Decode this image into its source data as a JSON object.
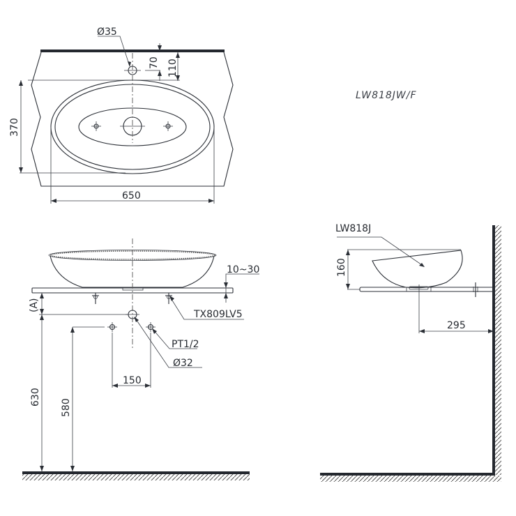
{
  "title": {
    "model_code": "LW818JW/F"
  },
  "top_view": {
    "faucet_hole_label": "Ø35",
    "dim_hole_to_wall": "70",
    "dim_basin_edge_to_wall": "110",
    "dim_depth": "370",
    "dim_width": "650"
  },
  "front_view": {
    "counter_thickness_label": "10~30",
    "counter_height_ref_label": "(A)",
    "bracket_part_label": "TX809LV5",
    "supply_thread_label": "PT1/2",
    "drain_diameter_label": "Ø32",
    "dim_supply_spacing": "150",
    "dim_drain_height": "630",
    "dim_supply_height": "580"
  },
  "side_view": {
    "basin_model_label": "LW818J",
    "dim_basin_height": "160",
    "dim_drain_from_wall": "295"
  },
  "colors": {
    "line": "#2a2e35",
    "text": "#262a30",
    "background": "#ffffff"
  }
}
